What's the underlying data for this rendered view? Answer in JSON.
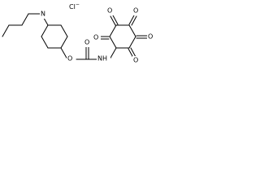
{
  "molecule": {
    "counter_ion": {
      "symbol": "Cl",
      "charge": "−"
    },
    "atoms": {
      "piperidine_n": "N",
      "carbamate_ester_o": "O",
      "carbamate_carbonyl_o": "O",
      "carbamate_nh": "NH",
      "ring_oxo_1": "O",
      "ring_oxo_2": "O",
      "ring_oxo_3": "O",
      "ring_oxo_4": "O",
      "ring_oxo_5": "O"
    }
  }
}
